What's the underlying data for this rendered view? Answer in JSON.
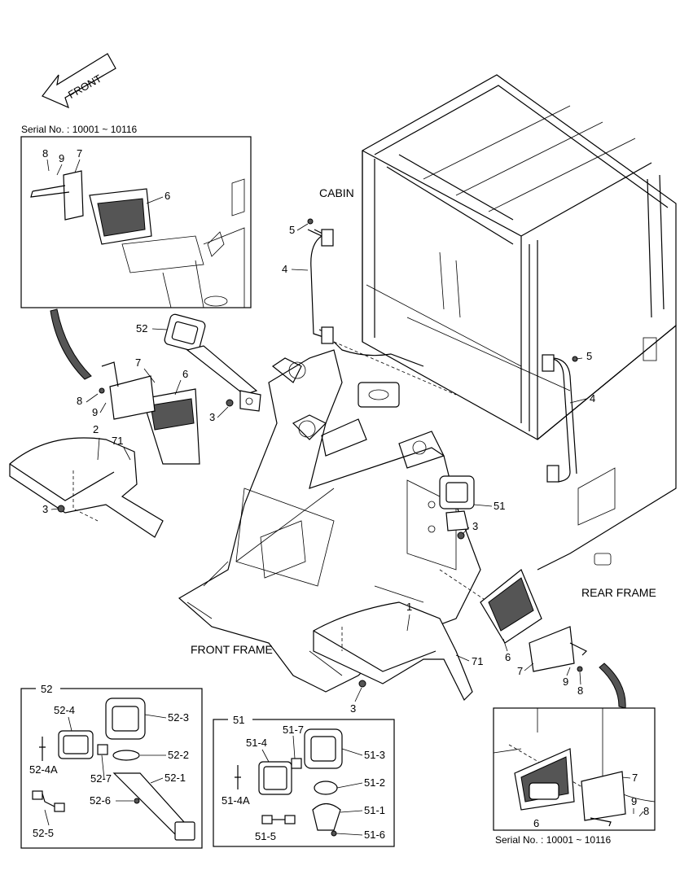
{
  "front_arrow": {
    "label": "FRONT"
  },
  "serial_top": "Serial No. : 10001 ~ 10116",
  "serial_bottom": "Serial No. : 10001 ~ 10116",
  "sections": {
    "cabin": "CABIN",
    "front_frame": "FRONT FRAME",
    "rear_frame": "REAR FRAME"
  },
  "inset_top_labels": {
    "p8": "8",
    "p7": "7",
    "p9": "9",
    "p6": "6"
  },
  "main_labels": {
    "p5a": "5",
    "p4a": "4",
    "p52": "52",
    "p7": "7",
    "p6": "6",
    "p8": "8",
    "p9": "9",
    "p3a": "3",
    "p2": "2",
    "p71a": "71",
    "p3b": "3",
    "p5b": "5",
    "p4b": "4",
    "p51": "51",
    "p3c": "3",
    "p1": "1",
    "p71b": "71",
    "p6b": "6",
    "p7b": "7",
    "p9b": "9",
    "p8b": "8",
    "p3d": "3"
  },
  "kit52": {
    "title": "52",
    "labels": {
      "p52_4": "52-4",
      "p52_3": "52-3",
      "p52_4a": "52-4A",
      "p52_7": "52-7",
      "p52_2": "52-2",
      "p52_1": "52-1",
      "p52_6": "52-6",
      "p52_5": "52-5"
    }
  },
  "kit51": {
    "title": "51",
    "labels": {
      "p51_7": "51-7",
      "p51_4": "51-4",
      "p51_3": "51-3",
      "p51_2": "51-2",
      "p51_4a": "51-4A",
      "p51_1": "51-1",
      "p51_5": "51-5",
      "p51_6": "51-6"
    }
  },
  "inset_bottom_labels": {
    "p7": "7",
    "p9": "9",
    "p8": "8",
    "p6": "6"
  }
}
